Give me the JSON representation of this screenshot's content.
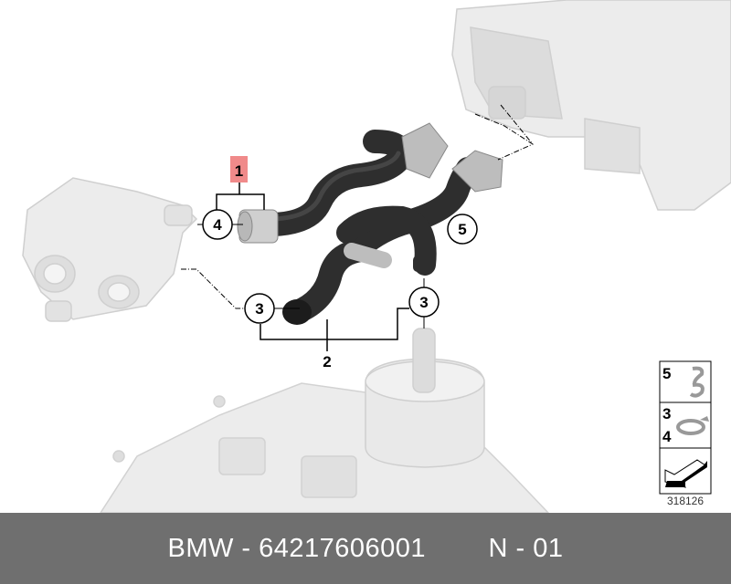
{
  "diagram": {
    "callouts": {
      "part_1": "1",
      "part_2": "2",
      "part_3a": "3",
      "part_3b": "3",
      "part_4": "4",
      "part_5": "5"
    },
    "legend": {
      "row1_num": "5",
      "row2_num_a": "3",
      "row2_num_b": "4"
    },
    "reference_number": "318126",
    "colors": {
      "highlight": "#f08a8a",
      "hose": "#333333",
      "ghost": "#e8e8e8",
      "footer": "#6f6f6f"
    }
  },
  "footer": {
    "brand": "BMW",
    "part_number": "64217606001",
    "position": "N - 01"
  }
}
